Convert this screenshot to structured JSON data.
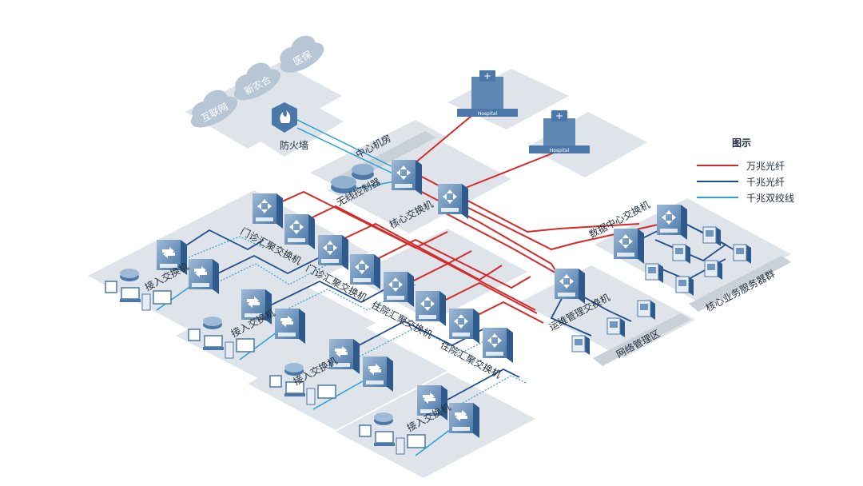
{
  "clouds": [
    "互联网",
    "新农合",
    "医保"
  ],
  "zones": {
    "center_room": "中心机房",
    "network_mgmt": "网络管理区",
    "core_servers": "核心业务服务器群"
  },
  "devices": {
    "firewall": "防火墙",
    "wireless_controller": "无线控制器",
    "core_switch": "核心交换机",
    "dc_switch": "数据中心交换机",
    "ops_switch": "运维管理交换机",
    "outpatient_agg_1": "门诊汇聚交换机",
    "outpatient_agg_2": "门诊汇聚交换机",
    "inpatient_agg_1": "住院汇聚交换机",
    "inpatient_agg_2": "住院汇聚交换机",
    "access_1": "接入交换机",
    "access_2": "接入交换机",
    "access_3": "接入交换机",
    "access_4": "接入交换机",
    "hospital_1": "Hospital",
    "hospital_2": "Hospital"
  },
  "legend": {
    "title": "图示",
    "items": [
      {
        "label": "万兆光纤",
        "color": "#d42a2a"
      },
      {
        "label": "千兆光纤",
        "color": "#1f4e8c"
      },
      {
        "label": "千兆双绞线",
        "color": "#2aa0d8"
      }
    ]
  },
  "colors": {
    "platform": "#dfe4ea",
    "device_face": "#6f96bf",
    "device_dark": "#2f5b8c",
    "cloud": "#b7c6d4"
  }
}
